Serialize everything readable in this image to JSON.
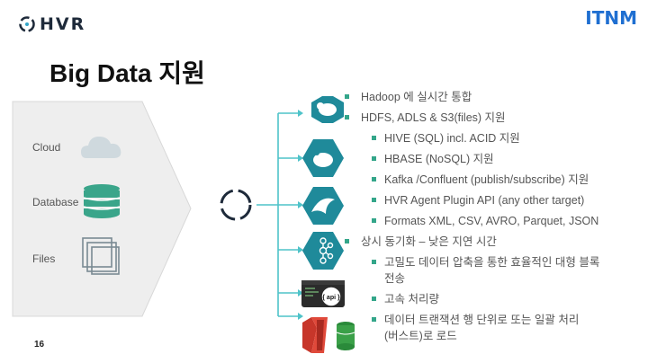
{
  "logo": {
    "hvr": "HVR",
    "itnm": "ITNM"
  },
  "title": "Big Data 지원",
  "sources": [
    {
      "label": "Cloud",
      "icon": "cloud-icon"
    },
    {
      "label": "Database",
      "icon": "database-icon"
    },
    {
      "label": "Files",
      "icon": "files-icon"
    }
  ],
  "targets": [
    {
      "icon": "hadoop-elephant-icon"
    },
    {
      "icon": "hive-bee-icon"
    },
    {
      "icon": "mysql-dolphin-icon"
    },
    {
      "icon": "kafka-icon"
    },
    {
      "icon": "api-terminal-icon",
      "text": "{ api }"
    },
    {
      "icon": "aws-s3-icon"
    }
  ],
  "bullets": [
    {
      "level": 1,
      "text": "Hadoop 에 실시간 통합"
    },
    {
      "level": 1,
      "text": "HDFS, ADLS & S3(files) 지원"
    },
    {
      "level": 2,
      "text": "HIVE (SQL) incl. ACID 지원"
    },
    {
      "level": 2,
      "text": "HBASE (NoSQL) 지원"
    },
    {
      "level": 2,
      "text": "Kafka /Confluent (publish/subscribe) 지원"
    },
    {
      "level": 2,
      "text": "HVR Agent Plugin API (any other target)"
    },
    {
      "level": 2,
      "text": "Formats XML, CSV, AVRO, Parquet, JSON"
    },
    {
      "level": 1,
      "text": "상시 동기화 – 낮은 지연 시간"
    },
    {
      "level": 2,
      "text": "고밀도 데이터 압축을 통한 효율적인 대형 블록",
      "text2": "전송"
    },
    {
      "level": 2,
      "text": "고속 처리량"
    },
    {
      "level": 2,
      "text": "데이터 트랜잭션 행 단위로 또는 일괄 처리",
      "text2": "(버스트)로 로드"
    }
  ],
  "page_number": "16",
  "colors": {
    "accent": "#34a68a",
    "hex_teal": "#1f8a9a",
    "arrow": "#4fc3c9",
    "itnm_blue": "#1f6fd1"
  }
}
